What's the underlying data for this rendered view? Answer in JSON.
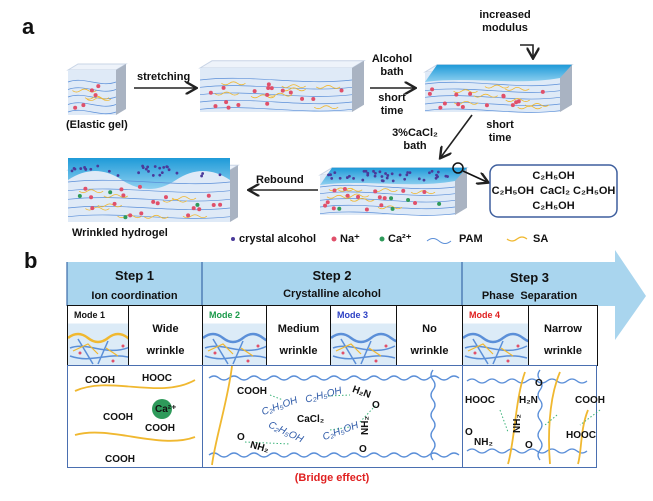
{
  "panel_a": {
    "label": "a",
    "elastic_gel": "(Elastic gel)",
    "stretching": "stretching",
    "alcohol_bath": [
      "Alcohol",
      "bath"
    ],
    "short_time_1": [
      "short",
      "time"
    ],
    "increased_modulus": [
      "increased",
      "modulus"
    ],
    "cacl2_bath": [
      "3%CaCl₂",
      "bath"
    ],
    "short_time_2": [
      "short",
      "time"
    ],
    "rebound": "Rebound",
    "wrinkled_hydrogel": "Wrinkled hydrogel",
    "inset": {
      "top": "C₂H₅OH",
      "middle": "C₂H₅OH  CaCl₂ C₂H₅OH",
      "bottom": "C₂H₅OH"
    },
    "legend": {
      "crystal_alcohol": "crystal alcohol",
      "na": "Na⁺",
      "ca": "Ca²⁺",
      "pam": "PAM",
      "sa": "SA"
    }
  },
  "panel_b": {
    "label": "b",
    "steps": [
      {
        "title": "Step 1",
        "subtitle": "Ion coordination"
      },
      {
        "title": "Step 2",
        "subtitle": "Crystalline alcohol"
      },
      {
        "title": "Step 3",
        "subtitle": "Phase  Separation"
      }
    ],
    "modes": [
      {
        "label": "Mode 1",
        "color": "#111111",
        "result": [
          "Wide",
          "wrinkle"
        ]
      },
      {
        "label": "Mode 2",
        "color": "#1a9a4a",
        "result": [
          "Medium",
          "wrinkle"
        ]
      },
      {
        "label": "Mode 3",
        "color": "#2b3fc4",
        "result": [
          "No",
          "wrinkle"
        ]
      },
      {
        "label": "Mode 4",
        "color": "#e02020",
        "result": [
          "Narrow",
          "wrinkle"
        ]
      }
    ],
    "chem1": {
      "cooh_a": "COOH",
      "hooc_a": "HOOC",
      "cooh_b": "COOH",
      "cooh_c": "COOH",
      "cooh_d": "COOH",
      "ca": "Ca²⁺"
    },
    "chem2": {
      "cooh": "COOH",
      "etoh1": "C₂H₅OH",
      "etoh2": "C₂H₅OH",
      "etoh3": "C₂H₅OH",
      "etoh4": "C₂H₅OH",
      "cacl2": "CaCl₂",
      "h2n": "H₂N",
      "nh2_a": "NH₂",
      "nh2_b": "NH₂",
      "o1": "O",
      "o2": "O",
      "o3": "O"
    },
    "chem3": {
      "hooc_a": "HOOC",
      "h2n": "H₂N",
      "cooh": "COOH",
      "nh2_a": "NH₂",
      "nh2_b": "NH₂",
      "hooc_b": "HOOC",
      "o1": "O",
      "o2": "O",
      "o3": "O"
    },
    "bridge_effect": "(Bridge effect)"
  },
  "colors": {
    "arrow_band": "#a9d5ee",
    "gel": "#dfeaf7",
    "pam": "#5b8fd8",
    "sa": "#f0b830",
    "na": "#e0506a",
    "ca": "#2e9a5a",
    "alcohol": "#4a3a9a",
    "bridge": "#e02020"
  }
}
